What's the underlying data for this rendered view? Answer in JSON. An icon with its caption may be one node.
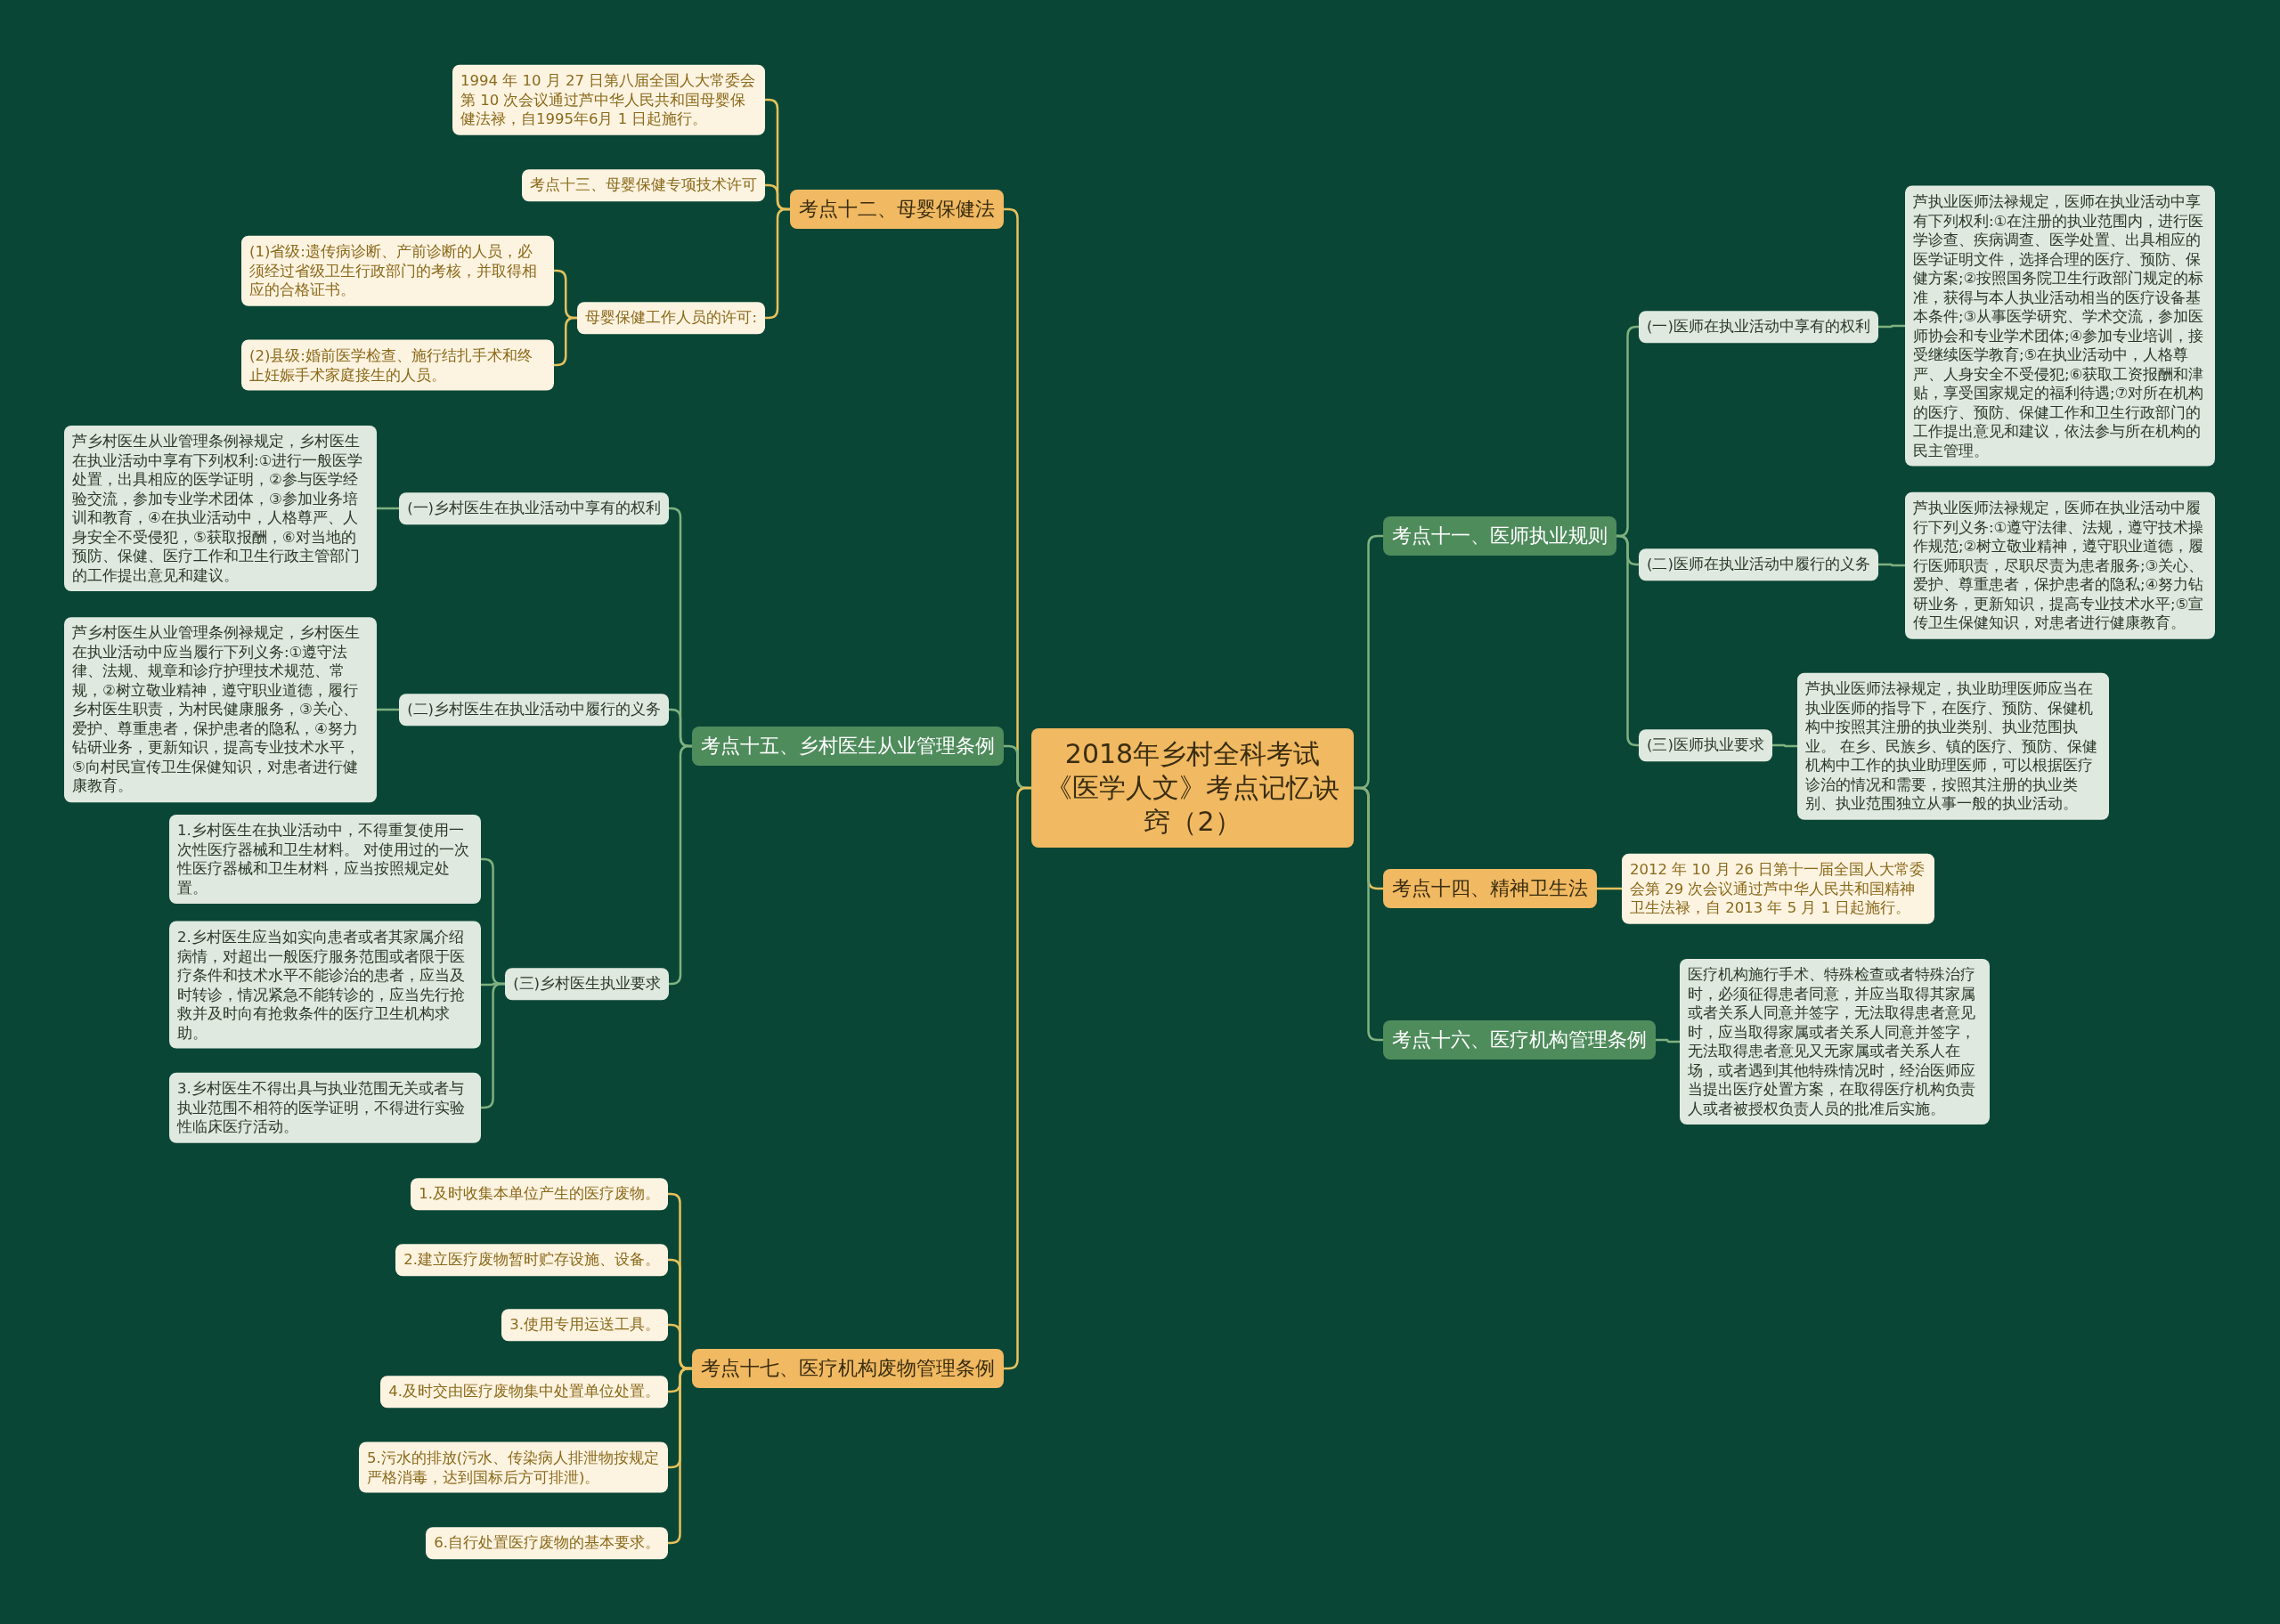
{
  "diagram": {
    "nodes": [
      {
        "text": [
          "2018年乡村全科考试《医学人文》考点记忆诀窍（2）"
        ]
      },
      {
        "text": [
          "考点十一、医师执业规则"
        ]
      },
      {
        "text": [
          "(一)医师在执业活动中享有的权利"
        ]
      },
      {
        "text": [
          "芦执业医师法禄规定，医师在执业活动中享有下列权利:①在注册的执业范围内，进行医学诊查、疾病调查、医学处置、出具相应的医学证明文件，选择合理的医疗、预防、保健方案;②按照国务院卫生行政部门规定的标准，获得与本人执业活动相当的医疗设备基本条件;③从事医学研究、学术交流，参加医师协会和专业学术团体;④参加专业培训，接受继续医学教育;⑤在执业活动中，人格尊严、人身安全不受侵犯;⑥获取工资报酬和津贴，享受国家规定的福利待遇;⑦对所在机构的医疗、预防、保健工作和卫生行政部门的工作提出意见和建议，依法参与所在机构的民主管理。"
        ]
      },
      {
        "text": [
          "(二)医师在执业活动中履行的义务"
        ]
      },
      {
        "text": [
          "芦执业医师法禄规定，医师在执业活动中履行下列义务:①遵守法律、法规，遵守技术操作规范;②树立敬业精神，遵守职业道德，履行医师职责，尽职尽责为患者服务;③关心、爱护、尊重患者，保护患者的隐私;④努力钻研业务，更新知识，提高专业技术水平;⑤宣传卫生保健知识，对患者进行健康教育。"
        ]
      },
      {
        "text": [
          "(三)医师执业要求"
        ]
      },
      {
        "text": [
          "芦执业医师法禄规定，执业助理医师应当在执业医师的指导下，在医疗、预防、保健机构中按照其注册的执业类别、执业范围执业。 在乡、民族乡、镇的医疗、预防、保健机构中工作的执业助理医师，可以根据医疗诊治的情况和需要，按照其注册的执业类别、执业范围独立从事一般的执业活动。"
        ]
      },
      {
        "text": [
          "考点十四、精神卫生法"
        ]
      },
      {
        "text": [
          "2012 年 10 月 26 日第十一届全国人大常委会第 29 次会议通过芦中华人民共和国精神卫生法禄，自 2013 年 5 月 1 日起施行。"
        ]
      },
      {
        "text": [
          "考点十六、医疗机构管理条例"
        ]
      },
      {
        "text": [
          "医疗机构施行手术、特殊检查或者特殊治疗时，必须征得患者同意，并应当取得其家属或者关系人同意并签字，无法取得患者意见时，应当取得家属或者关系人同意并签字，无法取得患者意见又无家属或者关系人在场，或者遇到其他特殊情况时，经治医师应当提出医疗处置方案，在取得医疗机构负责人或者被授权负责人员的批准后实施。"
        ]
      },
      {
        "text": [
          "考点十二、母婴保健法"
        ]
      },
      {
        "text": [
          "1994 年 10 月 27 日第八届全国人大常委会第 10 次会议通过芦中华人民共和国母婴保健法禄，自1995年6月 1 日起施行。"
        ]
      },
      {
        "text": [
          "考点十三、母婴保健专项技术许可"
        ]
      },
      {
        "text": [
          "母婴保健工作人员的许可:"
        ]
      },
      {
        "text": [
          "(1)省级:遗传病诊断、产前诊断的人员，必须经过省级卫生行政部门的考核，并取得相应的合格证书。"
        ]
      },
      {
        "text": [
          "(2)县级:婚前医学检查、施行结扎手术和终止妊娠手术家庭接生的人员。"
        ]
      },
      {
        "text": [
          "考点十五、乡村医生从业管理条例"
        ]
      },
      {
        "text": [
          "(一)乡村医生在执业活动中享有的权利"
        ]
      },
      {
        "text": [
          "芦乡村医生从业管理条例禄规定，乡村医生在执业活动中享有下列权利:①进行一般医学处置，出具相应的医学证明，②参与医学经验交流，参加专业学术团体，③参加业务培训和教育，④在执业活动中，人格尊严、人身安全不受侵犯，⑤获取报酬，⑥对当地的预防、保健、医疗工作和卫生行政主管部门的工作提出意见和建议。"
        ]
      },
      {
        "text": [
          "(二)乡村医生在执业活动中履行的义务"
        ]
      },
      {
        "text": [
          "芦乡村医生从业管理条例禄规定，乡村医生在执业活动中应当履行下列义务:①遵守法律、法规、规章和诊疗护理技术规范、常规，②树立敬业精神，遵守职业道德，履行乡村医生职责，为村民健康服务，③关心、爱护、尊重患者，保护患者的隐私，④努力钻研业务，更新知识，提高专业技术水平，⑤向村民宣传卫生保健知识，对患者进行健康教育。"
        ]
      },
      {
        "text": [
          "(三)乡村医生执业要求"
        ]
      },
      {
        "text": [
          "1.乡村医生在执业活动中，不得重复使用一次性医疗器械和卫生材料。 对使用过的一次性医疗器械和卫生材料，应当按照规定处置。"
        ]
      },
      {
        "text": [
          "2.乡村医生应当如实向患者或者其家属介绍病情，对超出一般医疗服务范围或者限于医疗条件和技术水平不能诊治的患者，应当及时转诊，情况紧急不能转诊的，应当先行抢救并及时向有抢救条件的医疗卫生机构求助。"
        ]
      },
      {
        "text": [
          "3.乡村医生不得出具与执业范围无关或者与执业范围不相符的医学证明，不得进行实验性临床医疗活动。"
        ]
      },
      {
        "text": [
          "考点十七、医疗机构废物管理条例"
        ]
      },
      {
        "text": [
          "1.及时收集本单位产生的医疗废物。"
        ]
      },
      {
        "text": [
          "2.建立医疗废物暂时贮存设施、设备。"
        ]
      },
      {
        "text": [
          "3.使用专用运送工具。"
        ]
      },
      {
        "text": [
          "4.及时交由医疗废物集中处置单位处置。"
        ]
      },
      {
        "text": [
          "5.污水的排放(污水、传染病人排泄物按规定严格消毒，达到国标后方可排泄)。"
        ]
      },
      {
        "text": [
          "6.自行处置医疗废物的基本要求。"
        ]
      }
    ],
    "edges": [
      {
        "from": 0,
        "to": 1,
        "arrow": "none"
      },
      {
        "from": 1,
        "to": 2,
        "arrow": "none"
      },
      {
        "from": 2,
        "to": 3,
        "arrow": "none"
      },
      {
        "from": 1,
        "to": 4,
        "arrow": "none"
      },
      {
        "from": 4,
        "to": 5,
        "arrow": "none"
      },
      {
        "from": 1,
        "to": 6,
        "arrow": "none"
      },
      {
        "from": 6,
        "to": 7,
        "arrow": "none"
      },
      {
        "from": 0,
        "to": 8,
        "arrow": "none",
        "color": "#e6c15c"
      },
      {
        "from": 8,
        "to": 9,
        "arrow": "none",
        "color": "#e6c15c"
      },
      {
        "from": 0,
        "to": 10,
        "arrow": "none"
      },
      {
        "from": 10,
        "to": 11,
        "arrow": "none"
      },
      {
        "from": 0,
        "to": 12,
        "arrow": "none",
        "color": "#e6c15c"
      },
      {
        "from": 12,
        "to": 13,
        "arrow": "none",
        "color": "#e6c15c"
      },
      {
        "from": 12,
        "to": 14,
        "arrow": "none",
        "color": "#e6c15c"
      },
      {
        "from": 12,
        "to": 15,
        "arrow": "none",
        "color": "#e6c15c"
      },
      {
        "from": 15,
        "to": 16,
        "arrow": "none",
        "color": "#e6c15c"
      },
      {
        "from": 15,
        "to": 17,
        "arrow": "none",
        "color": "#e6c15c"
      },
      {
        "from": 0,
        "to": 18,
        "arrow": "none"
      },
      {
        "from": 18,
        "to": 19,
        "arrow": "none"
      },
      {
        "from": 19,
        "to": 20,
        "arrow": "none"
      },
      {
        "from": 18,
        "to": 21,
        "arrow": "none"
      },
      {
        "from": 21,
        "to": 22,
        "arrow": "none"
      },
      {
        "from": 18,
        "to": 23,
        "arrow": "none"
      },
      {
        "from": 23,
        "to": 24,
        "arrow": "none"
      },
      {
        "from": 23,
        "to": 25,
        "arrow": "none"
      },
      {
        "from": 23,
        "to": 26,
        "arrow": "none"
      },
      {
        "from": 0,
        "to": 27,
        "arrow": "none",
        "color": "#e6c15c"
      },
      {
        "from": 27,
        "to": 28,
        "arrow": "none",
        "color": "#e6c15c"
      },
      {
        "from": 27,
        "to": 29,
        "arrow": "none",
        "color": "#e6c15c"
      },
      {
        "from": 27,
        "to": 30,
        "arrow": "none",
        "color": "#e6c15c"
      },
      {
        "from": 27,
        "to": 31,
        "arrow": "none",
        "color": "#e6c15c"
      },
      {
        "from": 27,
        "to": 32,
        "arrow": "none",
        "color": "#e6c15c"
      },
      {
        "from": 27,
        "to": 33,
        "arrow": "none",
        "color": "#e6c15c"
      }
    ]
  }
}
